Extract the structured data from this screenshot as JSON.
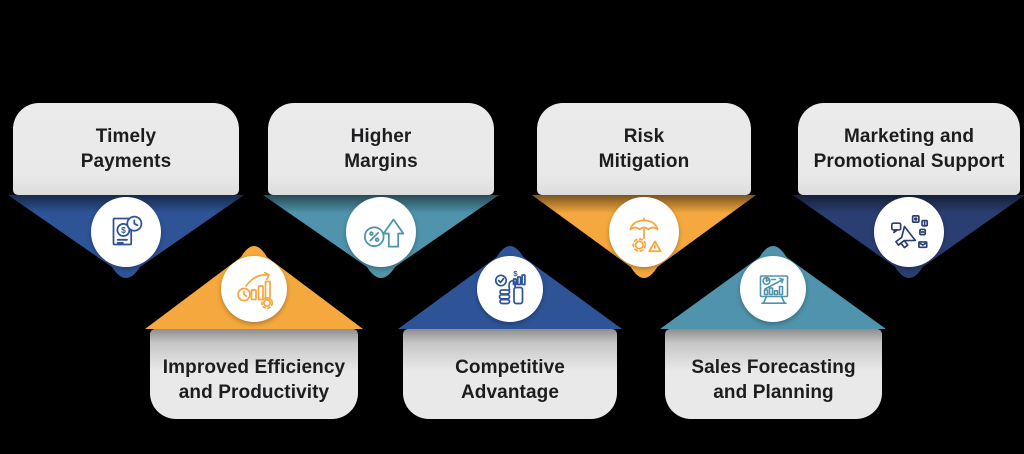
{
  "palette": {
    "page_background": "#000000",
    "card_background": "#e9e9e9",
    "text": "#1d1d1f",
    "icon_circle": "#ffffff",
    "blue": "#2e5497",
    "teal": "#4f94ac",
    "orange": "#f5a83e",
    "navy": "#2a3e72"
  },
  "glyphs": {
    "dollar": "$"
  },
  "cards": [
    {
      "title_line1": "Timely",
      "title_line2": "Payments",
      "color": "#2e5497",
      "icon": "invoice-payment-clock-icon"
    },
    {
      "title_line1": "Higher",
      "title_line2": "Margins",
      "color": "#4f94ac",
      "icon": "percent-growth-arrow-icon"
    },
    {
      "title_line1": "Risk",
      "title_line2": "Mitigation",
      "color": "#f5a83e",
      "icon": "umbrella-protection-icon"
    },
    {
      "title_line1": "Marketing and",
      "title_line2": "Promotional Support",
      "color": "#2a3e72",
      "icon": "megaphone-promotion-icon"
    },
    {
      "title_line1": "Improved Efficiency",
      "title_line2": "and Productivity",
      "color": "#f5a83e",
      "icon": "productivity-growth-icon"
    },
    {
      "title_line1": "Competitive",
      "title_line2": "Advantage",
      "color": "#2e5497",
      "icon": "thumbs-up-advantage-icon"
    },
    {
      "title_line1": "Sales Forecasting",
      "title_line2": "and Planning",
      "color": "#4f94ac",
      "icon": "forecast-presentation-icon"
    }
  ]
}
